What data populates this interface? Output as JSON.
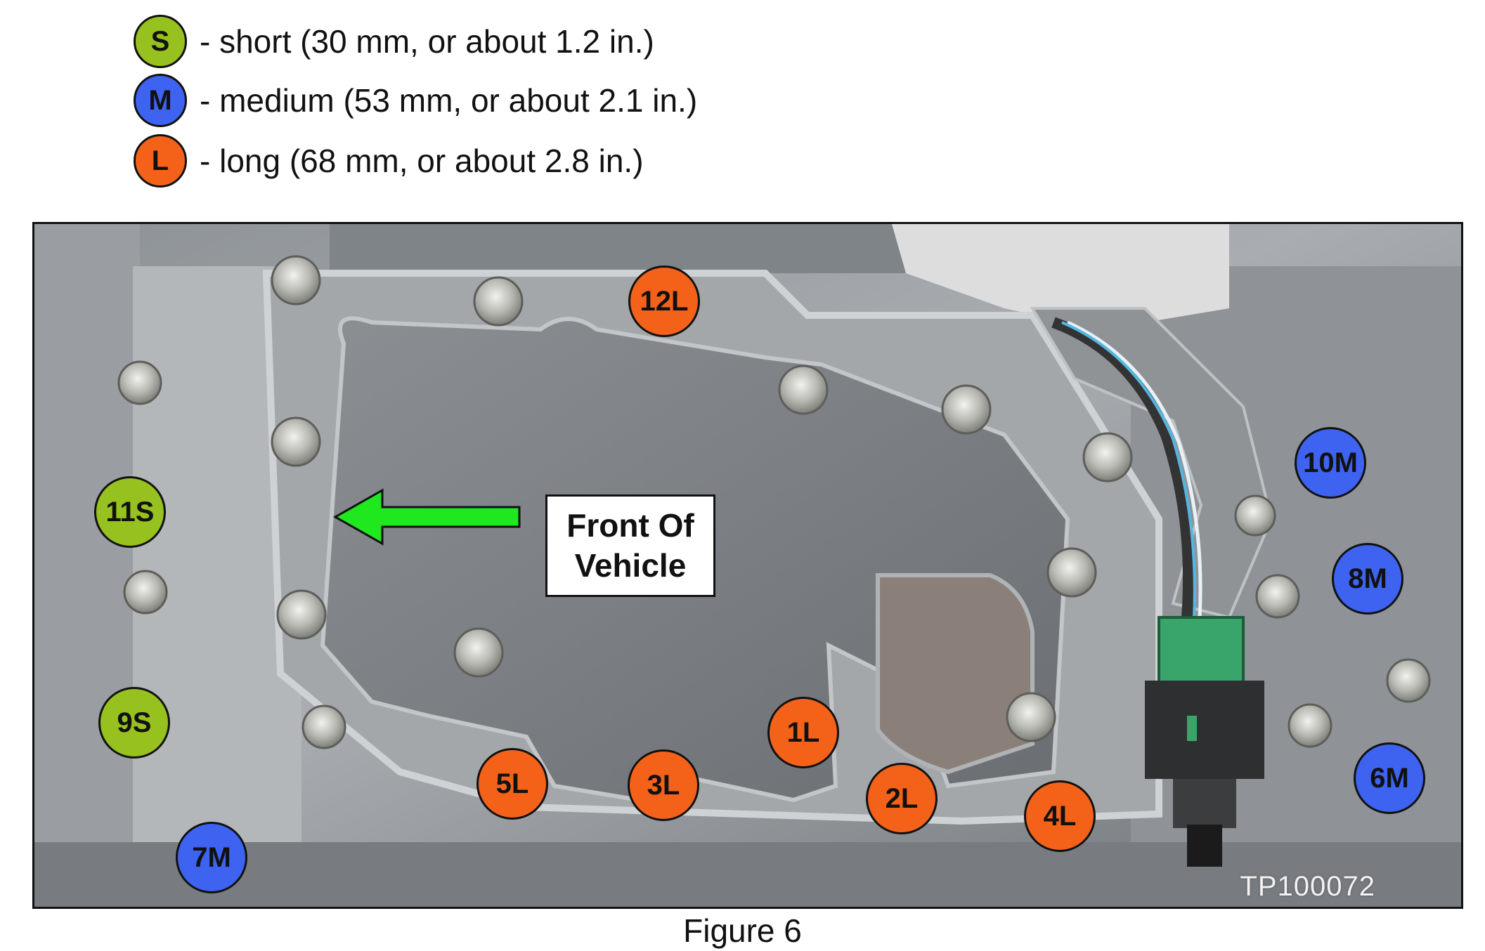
{
  "legend": [
    {
      "letter": "S",
      "text": "- short (30 mm, or about 1.2 in.)",
      "color": "#96c11f"
    },
    {
      "letter": "M",
      "text": "- medium (53 mm, or about 2.1 in.)",
      "color": "#3d63f0"
    },
    {
      "letter": "L",
      "text": "- long (68 mm, or about 2.8 in.)",
      "color": "#f4621a"
    }
  ],
  "markers": [
    {
      "label": "12L",
      "size": "L"
    },
    {
      "label": "11S",
      "size": "S"
    },
    {
      "label": "10M",
      "size": "M"
    },
    {
      "label": "9S",
      "size": "S"
    },
    {
      "label": "8M",
      "size": "M"
    },
    {
      "label": "7M",
      "size": "M"
    },
    {
      "label": "6M",
      "size": "M"
    },
    {
      "label": "5L",
      "size": "L"
    },
    {
      "label": "4L",
      "size": "L"
    },
    {
      "label": "3L",
      "size": "L"
    },
    {
      "label": "2L",
      "size": "L"
    },
    {
      "label": "1L",
      "size": "L"
    }
  ],
  "direction_label": "Front Of\nVehicle",
  "arrow_color": "#1fe81f",
  "image_code": "TP100072",
  "caption": "Figure 6",
  "colors": {
    "short": "#96c11f",
    "medium": "#3d63f0",
    "long": "#f4621a"
  }
}
